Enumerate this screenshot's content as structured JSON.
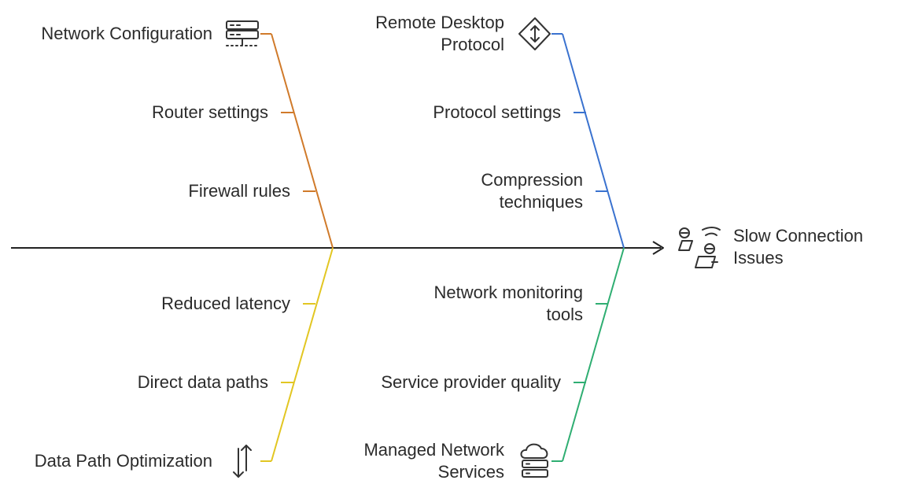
{
  "effect": {
    "label": "Slow Connection\nIssues",
    "icon": "slow-connection-icon"
  },
  "categories": [
    {
      "id": "network",
      "label": "Network Configuration",
      "icon": "server-icon",
      "color": "#d07a2a",
      "causes": [
        "Router settings",
        "Firewall rules"
      ]
    },
    {
      "id": "rdp",
      "label": "Remote Desktop\nProtocol",
      "icon": "diamond-arrows-icon",
      "color": "#3a72cf",
      "causes": [
        "Protocol settings",
        "Compression\ntechniques"
      ]
    },
    {
      "id": "datapath",
      "label": "Data Path Optimization",
      "icon": "up-down-arrows-icon",
      "color": "#e2c622",
      "causes": [
        "Reduced latency",
        "Direct data paths"
      ]
    },
    {
      "id": "managed",
      "label": "Managed Network\nServices",
      "icon": "cloud-server-icon",
      "color": "#2fae72",
      "causes": [
        "Network monitoring\ntools",
        "Service provider quality"
      ]
    }
  ],
  "spine_color": "#222222"
}
